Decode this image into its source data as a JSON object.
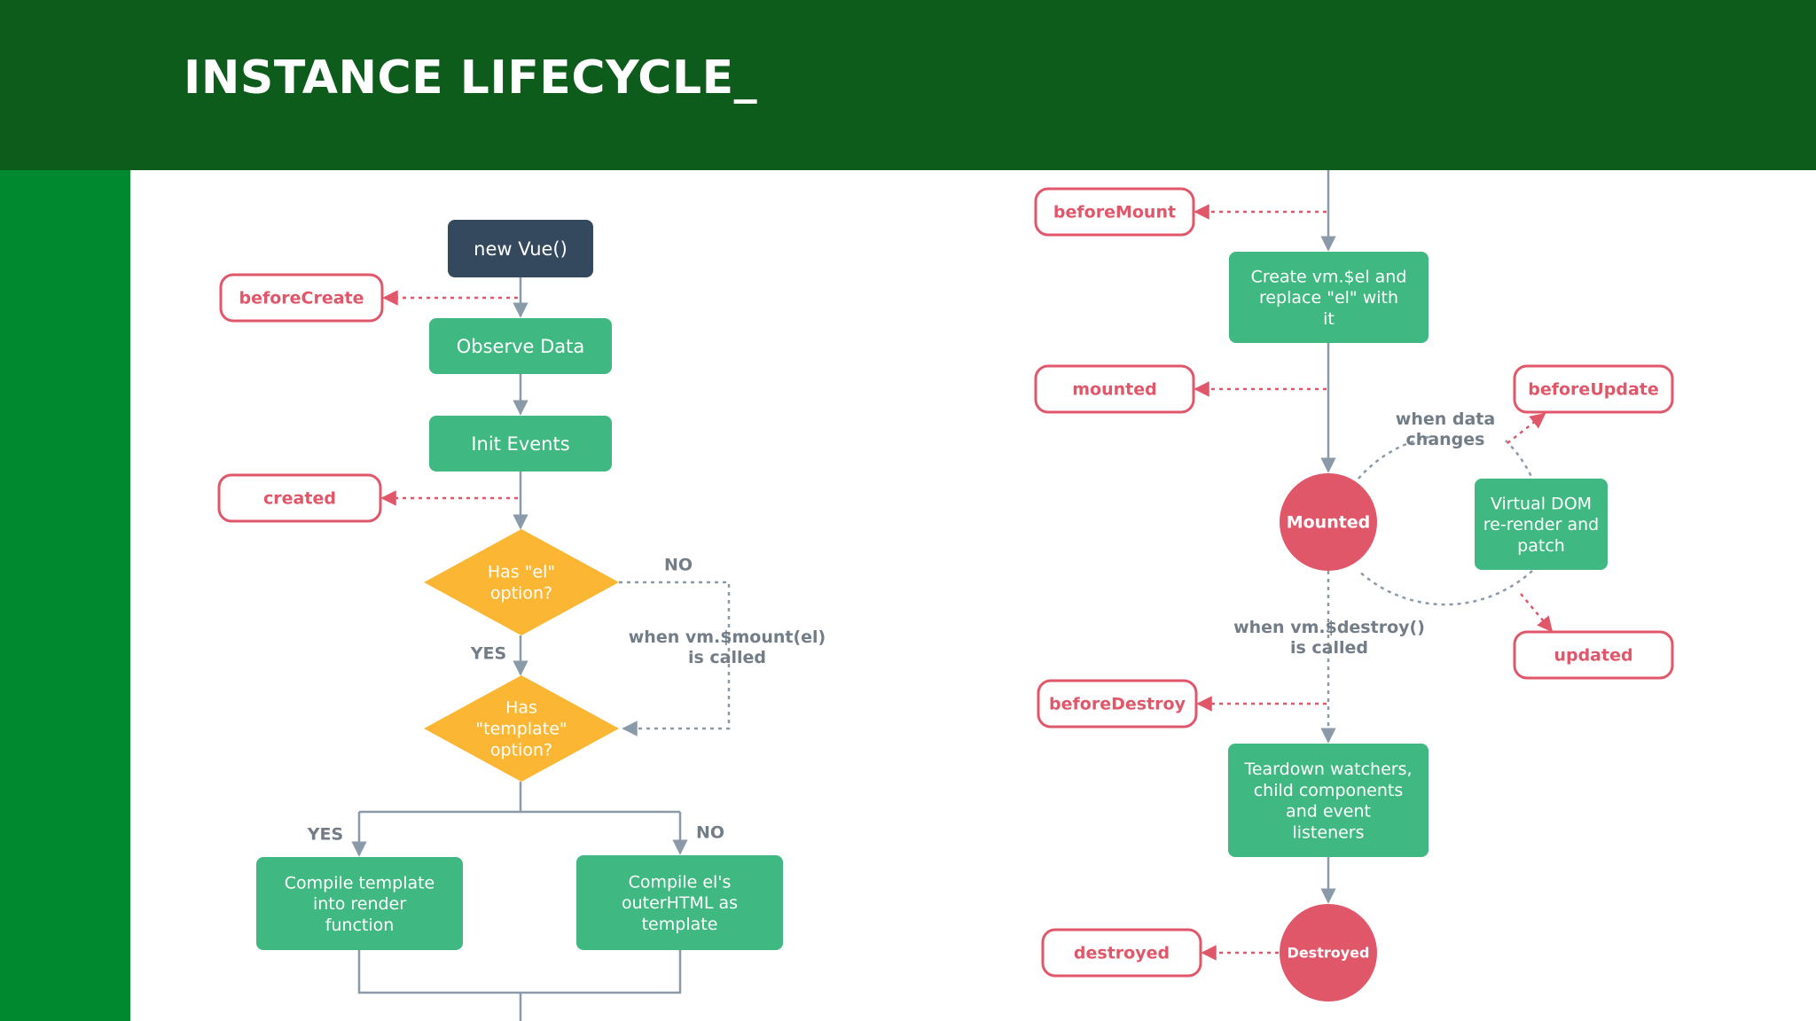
{
  "colors": {
    "header_bg": "#0e5c1c",
    "sidebar_bg": "#00892e",
    "box_green": "#3fb882",
    "box_dark": "#34495e",
    "diamond": "#fbb733",
    "hook_red": "#e0576a",
    "arrow_gray": "#8a9aa8",
    "label_gray": "#727d87"
  },
  "header": {
    "title": "INSTANCE LIFECYCLE_"
  },
  "diagram": {
    "steps": {
      "new_vue": "new Vue()",
      "observe_data": "Observe Data",
      "init_events": "Init Events",
      "has_el": "Has \"el\" option?",
      "has_template": "Has \"template\" option?",
      "compile_template": "Compile template into render function",
      "compile_el": "Compile el's outerHTML as template",
      "create_el": "Create vm.$el and replace \"el\" with it",
      "virtual_dom": "Virtual DOM re-render and patch",
      "teardown": "Teardown watchers, child components and event listeners",
      "mounted_state": "Mounted",
      "destroyed_state": "Destroyed"
    },
    "hooks": {
      "before_create": "beforeCreate",
      "created": "created",
      "before_mount": "beforeMount",
      "mounted": "mounted",
      "before_update": "beforeUpdate",
      "updated": "updated",
      "before_destroy": "beforeDestroy",
      "destroyed": "destroyed"
    },
    "labels": {
      "no_el": "NO",
      "yes_el": "YES",
      "yes_template": "YES",
      "no_template": "NO",
      "when_mount": "when vm.$mount(el) is called",
      "when_data": "when data changes",
      "when_destroy": "when vm.$destroy() is called"
    }
  }
}
